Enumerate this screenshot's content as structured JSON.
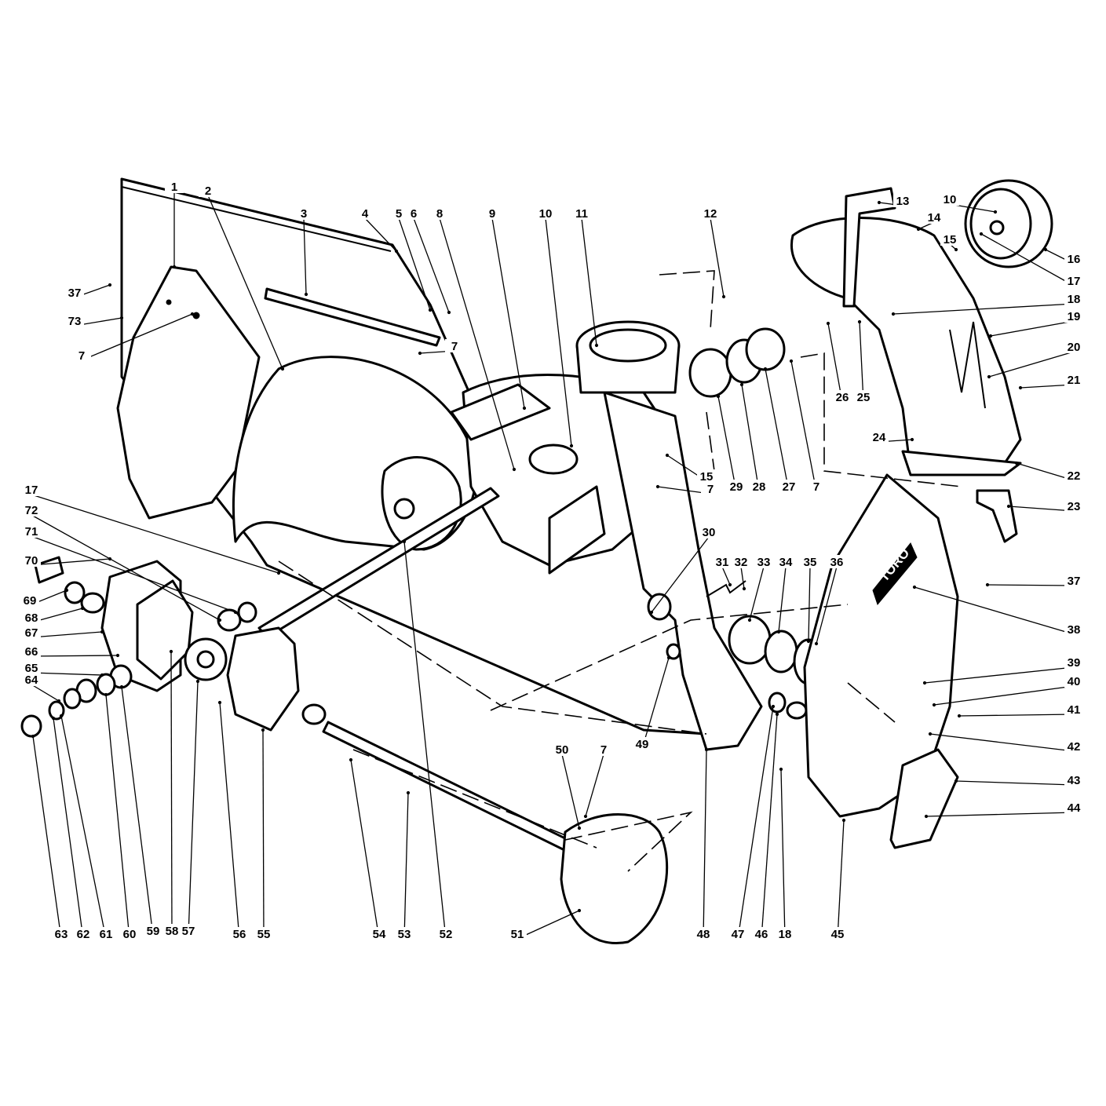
{
  "diagram": {
    "brand_label": "TORO",
    "callouts": [
      {
        "id": "c1",
        "label": "1",
        "part": "frame-side-plate-left"
      },
      {
        "id": "c2",
        "label": "2",
        "part": "auger"
      },
      {
        "id": "c3",
        "label": "3",
        "part": "support-rod"
      },
      {
        "id": "c4",
        "label": "4",
        "part": "housing-top"
      },
      {
        "id": "c5",
        "label": "5",
        "part": "bolt"
      },
      {
        "id": "c6",
        "label": "6",
        "part": "bolt"
      },
      {
        "id": "c8",
        "label": "8",
        "part": "key"
      },
      {
        "id": "c9",
        "label": "9",
        "part": "impeller"
      },
      {
        "id": "c10a",
        "label": "10",
        "part": "pin"
      },
      {
        "id": "c11",
        "label": "11",
        "part": "pin"
      },
      {
        "id": "c12",
        "label": "12",
        "part": "nut"
      },
      {
        "id": "c13",
        "label": "13",
        "part": "chute-handle"
      },
      {
        "id": "c14",
        "label": "14",
        "part": "chute"
      },
      {
        "id": "c10b",
        "label": "10",
        "part": "pin"
      },
      {
        "id": "c15a",
        "label": "15",
        "part": "nut"
      },
      {
        "id": "c16",
        "label": "16",
        "part": "pulley"
      },
      {
        "id": "c17a",
        "label": "17",
        "part": "key"
      },
      {
        "id": "c18a",
        "label": "18",
        "part": "bolt"
      },
      {
        "id": "c19",
        "label": "19",
        "part": "discharge-chute"
      },
      {
        "id": "c20",
        "label": "20",
        "part": "spring"
      },
      {
        "id": "c21",
        "label": "21",
        "part": "bolt"
      },
      {
        "id": "c22",
        "label": "22",
        "part": "chute-ring-gear"
      },
      {
        "id": "c23",
        "label": "23",
        "part": "clamp"
      },
      {
        "id": "c24",
        "label": "24",
        "part": "screw"
      },
      {
        "id": "c25",
        "label": "25",
        "part": "washer"
      },
      {
        "id": "c26",
        "label": "26",
        "part": "nut"
      },
      {
        "id": "c27",
        "label": "27",
        "part": "bearing-flange"
      },
      {
        "id": "c28",
        "label": "28",
        "part": "bearing"
      },
      {
        "id": "c29",
        "label": "29",
        "part": "bearing-flange"
      },
      {
        "id": "c7a",
        "label": "7",
        "part": "nut"
      },
      {
        "id": "c15b",
        "label": "15",
        "part": "nut"
      },
      {
        "id": "c7b",
        "label": "7",
        "part": "nut"
      },
      {
        "id": "c30",
        "label": "30",
        "part": "bearing-retainer"
      },
      {
        "id": "c31",
        "label": "31",
        "part": "spring"
      },
      {
        "id": "c32",
        "label": "32",
        "part": "nut"
      },
      {
        "id": "c33",
        "label": "33",
        "part": "bearing-flange"
      },
      {
        "id": "c34",
        "label": "34",
        "part": "bearing"
      },
      {
        "id": "c35",
        "label": "35",
        "part": "bearing-flange"
      },
      {
        "id": "c36",
        "label": "36",
        "part": "plate"
      },
      {
        "id": "c37a",
        "label": "37",
        "part": "bolt"
      },
      {
        "id": "c37b",
        "label": "37",
        "part": "bolt"
      },
      {
        "id": "c38",
        "label": "38",
        "part": "decal"
      },
      {
        "id": "c39",
        "label": "39",
        "part": "bolt"
      },
      {
        "id": "c40",
        "label": "40",
        "part": "washer"
      },
      {
        "id": "c41",
        "label": "41",
        "part": "bolt"
      },
      {
        "id": "c42",
        "label": "42",
        "part": "nut"
      },
      {
        "id": "c43",
        "label": "43",
        "part": "skid-shoe"
      },
      {
        "id": "c44",
        "label": "44",
        "part": "nut"
      },
      {
        "id": "c45",
        "label": "45",
        "part": "frame-side-plate-right"
      },
      {
        "id": "c46",
        "label": "46",
        "part": "bushing"
      },
      {
        "id": "c18b",
        "label": "18",
        "part": "bolt"
      },
      {
        "id": "c47",
        "label": "47",
        "part": "spring"
      },
      {
        "id": "c48",
        "label": "48",
        "part": "housing"
      },
      {
        "id": "c49",
        "label": "49",
        "part": "washer"
      },
      {
        "id": "c50",
        "label": "50",
        "part": "nut"
      },
      {
        "id": "c7c",
        "label": "7",
        "part": "nut"
      },
      {
        "id": "c51",
        "label": "51",
        "part": "bolt"
      },
      {
        "id": "c52",
        "label": "52",
        "part": "impeller-shaft"
      },
      {
        "id": "c53",
        "label": "53",
        "part": "auger-shaft"
      },
      {
        "id": "c54",
        "label": "54",
        "part": "key"
      },
      {
        "id": "c55",
        "label": "55",
        "part": "gear-case-half"
      },
      {
        "id": "c56",
        "label": "56",
        "part": "screw"
      },
      {
        "id": "c57",
        "label": "57",
        "part": "worm-gear"
      },
      {
        "id": "c58",
        "label": "58",
        "part": "gasket"
      },
      {
        "id": "c59",
        "label": "59",
        "part": "thrust-washer"
      },
      {
        "id": "c60",
        "label": "60",
        "part": "washer"
      },
      {
        "id": "c61",
        "label": "61",
        "part": "bearing"
      },
      {
        "id": "c62",
        "label": "62",
        "part": "washer"
      },
      {
        "id": "c63",
        "label": "63",
        "part": "seal"
      },
      {
        "id": "c64",
        "label": "64",
        "part": "bushing"
      },
      {
        "id": "c65",
        "label": "65",
        "part": "washer"
      },
      {
        "id": "c66",
        "label": "66",
        "part": "gasket"
      },
      {
        "id": "c67",
        "label": "67",
        "part": "gear-case-half"
      },
      {
        "id": "c68",
        "label": "68",
        "part": "bushing"
      },
      {
        "id": "c69",
        "label": "69",
        "part": "seal"
      },
      {
        "id": "c70",
        "label": "70",
        "part": "plug"
      },
      {
        "id": "c71",
        "label": "71",
        "part": "washer"
      },
      {
        "id": "c72",
        "label": "72",
        "part": "bearing"
      },
      {
        "id": "c17b",
        "label": "17",
        "part": "key"
      },
      {
        "id": "c73",
        "label": "73",
        "part": "housing-back"
      },
      {
        "id": "c7d",
        "label": "7",
        "part": "nut"
      },
      {
        "id": "c7e",
        "label": "7",
        "part": "nut"
      }
    ]
  }
}
